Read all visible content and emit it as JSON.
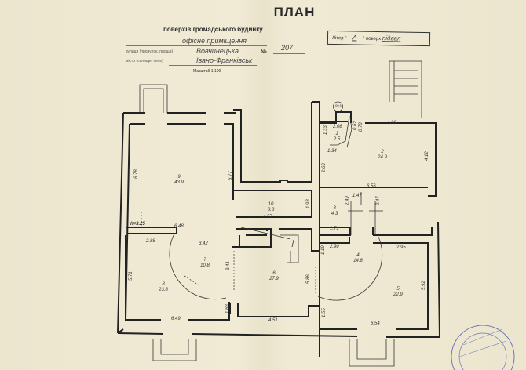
{
  "header": {
    "title": "ПЛАН",
    "subtitle": "поверхів громадського будинку",
    "purpose": "офісне приміщення",
    "street_label": "вулиця (провулок, площа)",
    "street": "Вовчинецька",
    "number_label": "№",
    "number": "207",
    "city_label": "місто (селище, село)",
    "city": "Івано-Франківськ",
    "scale": "Масштаб 1:100"
  },
  "floor_box": {
    "litera_label": "Літер",
    "litera": "А",
    "floor_label": "поверх",
    "floor": "підвал"
  },
  "rooms": [
    {
      "num": "9",
      "area": "43.9"
    },
    {
      "num": "10",
      "area": "8.8"
    },
    {
      "num": "1",
      "area": "2.5"
    },
    {
      "num": "2",
      "area": "24.9"
    },
    {
      "num": "3",
      "area": "4.3"
    },
    {
      "num": "7",
      "area": "10.8"
    },
    {
      "num": "6",
      "area": "27.9"
    },
    {
      "num": "4",
      "area": "14.8"
    },
    {
      "num": "8",
      "area": "23.8"
    },
    {
      "num": "5",
      "area": "22.9"
    }
  ],
  "dims": {
    "d1": "6.78",
    "d2": "6.77",
    "d3": "6.48",
    "d4": "4.57",
    "d5": "1.93",
    "d6": "2.08",
    "d7": "0.62",
    "d8": "0.78",
    "d9": "4.30",
    "d10": "1.33",
    "d11": "1.34",
    "d12": "2.63",
    "d13": "4.12",
    "d14": "6.56",
    "d15": "2.49",
    "d16": "1.47",
    "d17": "2.47",
    "d18": "1.71",
    "d19": "2.88",
    "d20": "3.42",
    "d21": "3.41",
    "d22": "5.71",
    "d23": "1.63",
    "d24": "6.49",
    "d25": "4.51",
    "d26": "5.86",
    "d27": "1.19",
    "d28": "2.90",
    "d29": "2.95",
    "d30": "5.92",
    "d31": "1.55",
    "d32": "6.54",
    "height": "h=3.25",
    "d33": "09.5"
  }
}
